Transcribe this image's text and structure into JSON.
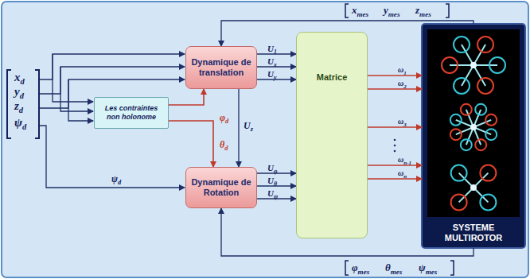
{
  "diagram": {
    "nodes": [
      {
        "text": [
          "Les contraintes non holonome"
        ]
      },
      {
        "text": [
          "Dynamique de translation"
        ]
      },
      {
        "text": [
          "Dynamique de Rotation"
        ]
      },
      {
        "text": [
          "Matrice"
        ]
      },
      {
        "text": [
          "SYSTEME MULTIROTOR"
        ]
      }
    ],
    "edges": [
      {
        "from": 0,
        "to": 1,
        "arrow": "to"
      },
      {
        "from": 0,
        "to": 2,
        "arrow": "to"
      },
      {
        "from": 1,
        "to": 2,
        "arrow": "to",
        "label": "Uz"
      },
      {
        "from": 1,
        "to": 3,
        "arrow": "to"
      },
      {
        "from": 2,
        "to": 3,
        "arrow": "to"
      },
      {
        "from": 3,
        "to": 4,
        "arrow": "to"
      },
      {
        "from": 4,
        "to": 1,
        "arrow": "to"
      },
      {
        "from": 4,
        "to": 2,
        "arrow": "to"
      }
    ],
    "labels": [
      "xd",
      "yd",
      "zd",
      "ψd",
      "ψd",
      "U1",
      "Ux",
      "Uy",
      "φd",
      "θd",
      "Uφ",
      "Uθ",
      "Uψ",
      "ω1",
      "ω2",
      "ω3",
      "ωn-1",
      "ωn",
      "xmes",
      "ymes",
      "zmes",
      "φmes",
      "θmes",
      "ψmes"
    ]
  }
}
